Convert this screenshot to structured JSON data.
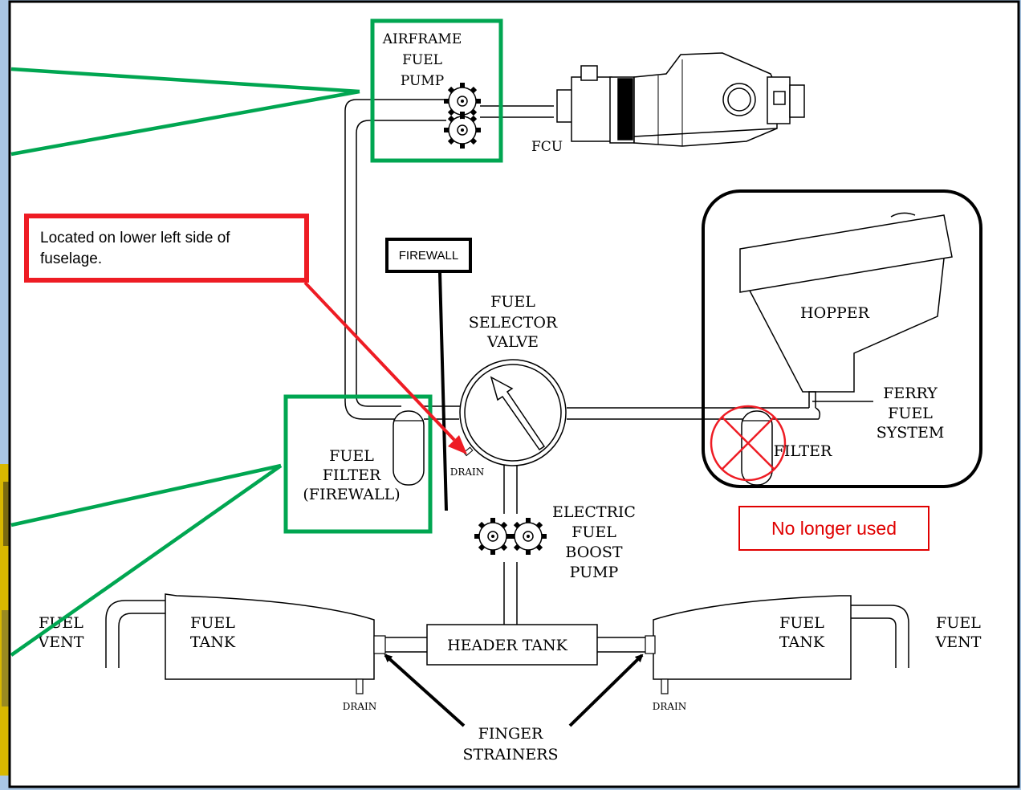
{
  "diagram": {
    "labels": {
      "airframe_pump": [
        "AIRFRAME",
        "FUEL",
        "PUMP"
      ],
      "fcu": "FCU",
      "selector_valve": [
        "FUEL",
        "SELECTOR",
        "VALVE"
      ],
      "hopper": "HOPPER",
      "ferry_system": [
        "FERRY",
        "FUEL",
        "SYSTEM"
      ],
      "filter": "FILTER",
      "fuel_filter": [
        "FUEL",
        "FILTER",
        "(FIREWALL)"
      ],
      "drain": "DRAIN",
      "boost_pump": [
        "ELECTRIC",
        "FUEL",
        "BOOST",
        "PUMP"
      ],
      "fuel_vent": [
        "FUEL",
        "VENT"
      ],
      "fuel_tank": [
        "FUEL",
        "TANK"
      ],
      "header_tank": "HEADER TANK",
      "finger_strainers": [
        "FINGER",
        "STRAINERS"
      ]
    }
  },
  "callouts": {
    "red_note": "Located on lower left side of fuselage.",
    "firewall": "FIREWALL",
    "no_longer_used": "No longer used"
  },
  "colors": {
    "green_highlight": "#00a651",
    "red_highlight": "#ee1c24",
    "background_blue": "#a9c6e4"
  }
}
